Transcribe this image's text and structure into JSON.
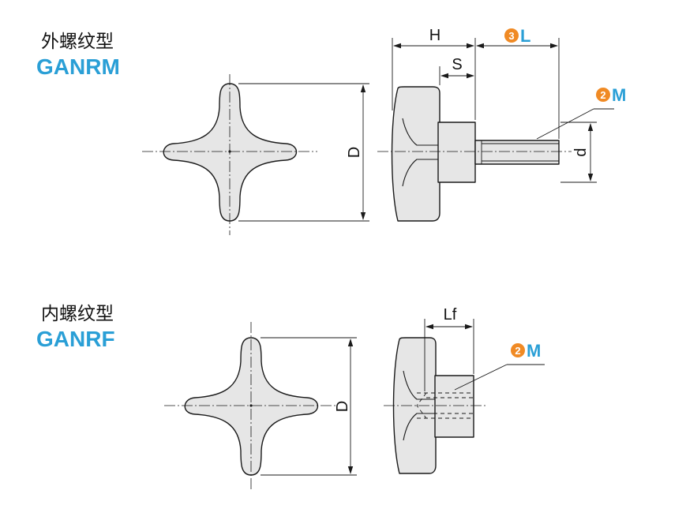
{
  "colors": {
    "accent_blue": "#2a9fd6",
    "badge_orange": "#f08a24",
    "line": "#1a1a1a",
    "fill": "#e6e6e6"
  },
  "top": {
    "title_cn": "外螺纹型",
    "model": "GANRM",
    "dim_H": "H",
    "dim_S": "S",
    "dim_L_num": "3",
    "dim_L": "L",
    "dim_D": "D",
    "dim_d": "d",
    "callout_num": "2",
    "callout_M": "M"
  },
  "bottom": {
    "title_cn": "内螺纹型",
    "model": "GANRF",
    "dim_Lf": "Lf",
    "dim_D": "D",
    "callout_num": "2",
    "callout_M": "M"
  }
}
